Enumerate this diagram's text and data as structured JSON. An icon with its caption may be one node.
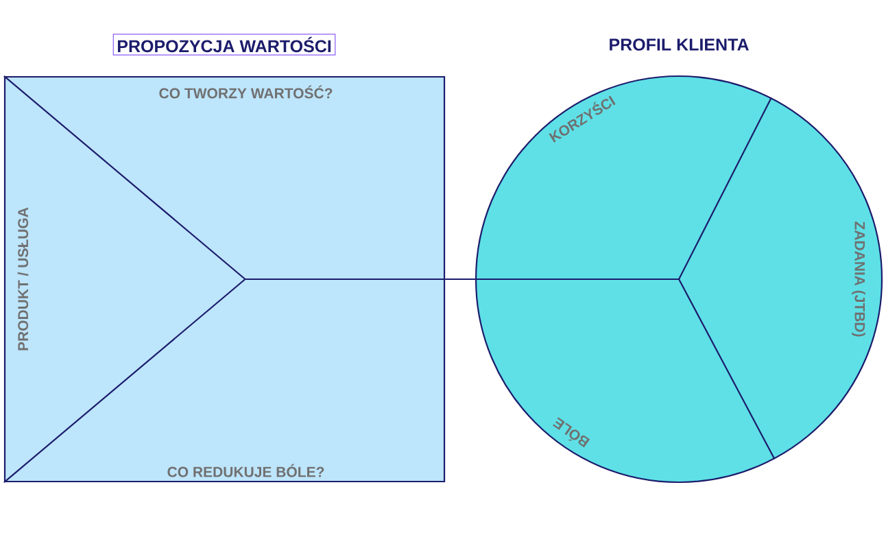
{
  "diagram": {
    "nodes": [
      {
        "text": [
          "PROPOZYCJA WARTOŚCI"
        ]
      },
      {
        "text": [
          "PRODUKT / USŁUGA"
        ],
        "in": 0
      },
      {
        "text": [
          "CO TWORZY WARTOŚĆ?"
        ],
        "in": 0
      },
      {
        "text": [
          "CO REDUKUJE BÓLE?"
        ],
        "in": 0
      },
      {
        "text": [
          "PROFIL KLIENTA"
        ]
      },
      {
        "text": [
          "KORZYŚCI"
        ],
        "in": 4
      },
      {
        "text": [
          "ZADANIA (JTBD)"
        ],
        "in": 4
      },
      {
        "text": [
          "BÓLE"
        ],
        "in": 4
      }
    ],
    "edges": [
      {
        "from": 0,
        "to": 4,
        "arrow": "none"
      }
    ]
  }
}
